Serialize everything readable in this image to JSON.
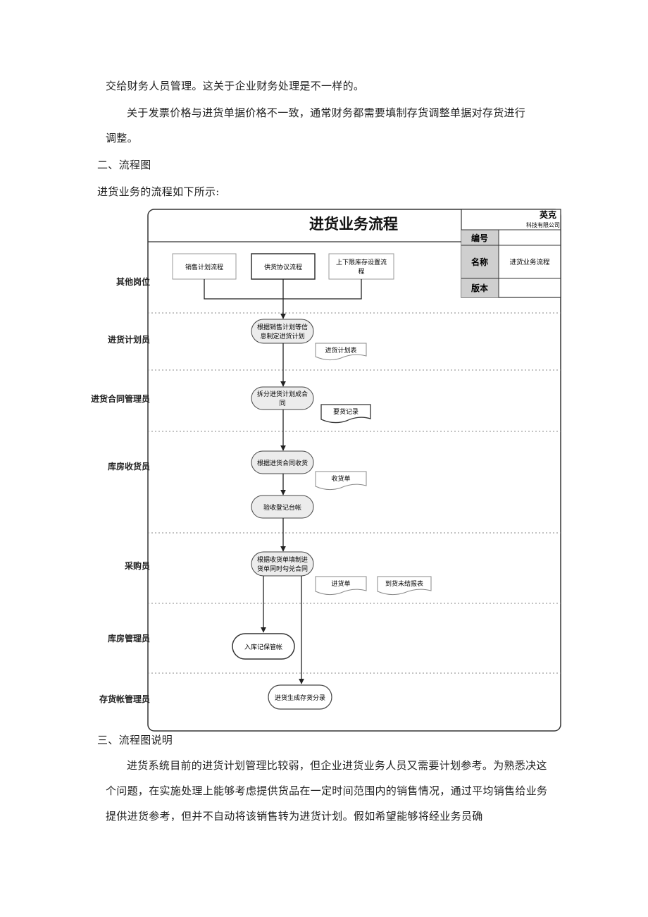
{
  "text": {
    "p1": "交给财务人员管理。这关于企业财务处理是不一样的。",
    "p2a": "关于发票价格与进货单据价格不一致，通常财务都需要填制存货调整单据对存货进行",
    "p2b": "调整。",
    "h2": "二、流程图",
    "intro": "进货业务的流程如下所示:",
    "h3": "三、流程图说明",
    "p3a": "进货系统目前的进货计划管理比较弱，但企业进货业务人员又需要计划参考。为熟悉决这",
    "p3b": "个问题，在实施处理上能够考虑提供货品在一定时间范围内的销售情况，通过平均销售给业务",
    "p3c": "提供进货参考，但并不自动将该销售转为进货计划。假如希望能够将经业务员确"
  },
  "flowchart": {
    "title": "进货业务流程",
    "company_line1": "英克",
    "company_line2": "科技有限公司",
    "info_labels": {
      "number": "编号",
      "name": "名称",
      "version": "版本"
    },
    "info_values": {
      "name": "进货业务流程"
    },
    "lanes": {
      "other": "其他岗位",
      "planner": "进货计划员",
      "contract": "进货合同管理员",
      "receiver": "库房收货员",
      "purchaser": "采购员",
      "warehouse": "库房管理员",
      "inventory": "存货帐管理员"
    },
    "nodes": {
      "sales_plan": "销售计划流程",
      "supply": "供货协议流程",
      "limit_a": "上下限库存设置流",
      "limit_b": "程",
      "plan_a": "根据销售计划等信",
      "plan_b": "息制定进货计划",
      "split_a": "拆分进货计划成合",
      "split_b": "同",
      "receive": "根据进货合同收货",
      "check": "验收登记台帐",
      "fill_a": "根据收货单填制进",
      "fill_b": "货单同时勾兑合同",
      "stock_in": "入库记保管帐",
      "voucher": "进货生成存货分录"
    },
    "docs": {
      "plan_table": "进货计划表",
      "order_record": "要货记录",
      "receipt": "收货单",
      "purchase_bill": "进货单",
      "unsettled": "到货未结报表"
    }
  }
}
